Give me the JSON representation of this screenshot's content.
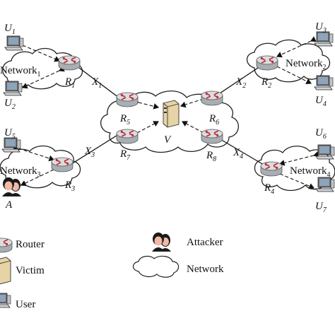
{
  "nodes": {
    "U1": {
      "main": "U",
      "sub": "1"
    },
    "U2": {
      "main": "U",
      "sub": "2"
    },
    "U3": {
      "main": "U",
      "sub": "3"
    },
    "U4": {
      "main": "U",
      "sub": "4"
    },
    "U5": {
      "main": "U",
      "sub": "5"
    },
    "U6": {
      "main": "U",
      "sub": "6"
    },
    "U7": {
      "main": "U",
      "sub": "7"
    },
    "R1": {
      "main": "R",
      "sub": "1"
    },
    "R2": {
      "main": "R",
      "sub": "2"
    },
    "R3": {
      "main": "R",
      "sub": "3"
    },
    "R4": {
      "main": "R",
      "sub": "4"
    },
    "R5": {
      "main": "R",
      "sub": "5"
    },
    "R6": {
      "main": "R",
      "sub": "6"
    },
    "R7": {
      "main": "R",
      "sub": "7"
    },
    "R8": {
      "main": "R",
      "sub": "8"
    },
    "X1": {
      "main": "X",
      "sub": "1"
    },
    "X2": {
      "main": "X",
      "sub": "2"
    },
    "X3": {
      "main": "X",
      "sub": "3"
    },
    "X4": {
      "main": "X",
      "sub": "4"
    },
    "V": {
      "main": "V"
    },
    "A": {
      "main": "A"
    }
  },
  "networks": {
    "n1": {
      "main": "Network",
      "sub": "1"
    },
    "n2": {
      "main": "Network",
      "sub": "2"
    },
    "n3": {
      "main": "Network",
      "sub": "3"
    },
    "n4": {
      "main": "Network",
      "sub": "4"
    }
  },
  "legend": {
    "router": "Router",
    "victim": "Victim",
    "user": "User",
    "attacker": "Attacker",
    "network": "Network"
  },
  "colors": {
    "router_body": "#a9aeb3",
    "router_top": "#d9dde0",
    "router_arrow": "#c0262d",
    "victim_body": "#e6d3a6",
    "cloud_stroke": "#222222",
    "attacker_face": "#f2b9a6",
    "attacker_hair": "#1a1a1a",
    "pc_screen": "#8ea4b8"
  }
}
